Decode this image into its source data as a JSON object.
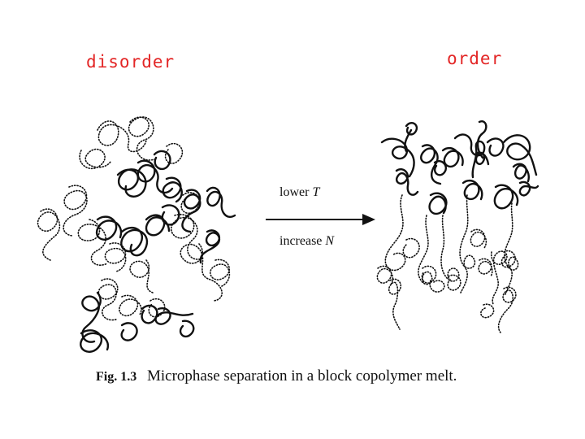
{
  "labels": {
    "disorder": "disorder",
    "order": "order"
  },
  "arrow": {
    "top_prefix": "lower ",
    "top_var": "T",
    "bottom_prefix": "increase ",
    "bottom_var": "N"
  },
  "caption": {
    "figure_number": "Fig. 1.3",
    "text": "Microphase separation in a block copolymer melt."
  },
  "colors": {
    "label_red": "#e32626",
    "ink": "#111111"
  }
}
